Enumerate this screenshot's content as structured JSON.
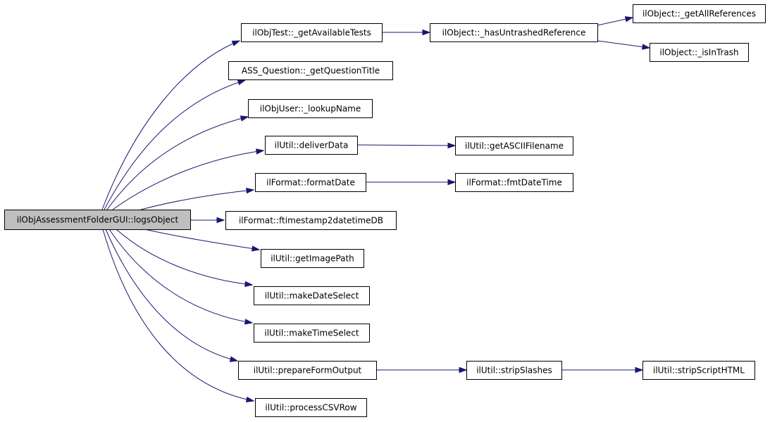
{
  "graph": {
    "root": "ilObjAssessmentFolderGUI::logsObject",
    "nodes": [
      {
        "id": "root",
        "label": "ilObjAssessmentFolderGUI::logsObject",
        "highlighted": true
      },
      {
        "id": "getAvailableTests",
        "label": "ilObjTest::_getAvailableTests"
      },
      {
        "id": "hasUntrashedReference",
        "label": "ilObject::_hasUntrashedReference"
      },
      {
        "id": "getAllReferences",
        "label": "ilObject::_getAllReferences"
      },
      {
        "id": "isInTrash",
        "label": "ilObject::_isInTrash"
      },
      {
        "id": "getQuestionTitle",
        "label": "ASS_Question::_getQuestionTitle"
      },
      {
        "id": "lookupName",
        "label": "ilObjUser::_lookupName"
      },
      {
        "id": "deliverData",
        "label": "ilUtil::deliverData"
      },
      {
        "id": "getASCIIFilename",
        "label": "ilUtil::getASCIIFilename"
      },
      {
        "id": "formatDate",
        "label": "ilFormat::formatDate"
      },
      {
        "id": "fmtDateTime",
        "label": "ilFormat::fmtDateTime"
      },
      {
        "id": "ftimestamp",
        "label": "ilFormat::ftimestamp2datetimeDB"
      },
      {
        "id": "getImagePath",
        "label": "ilUtil::getImagePath"
      },
      {
        "id": "makeDateSelect",
        "label": "ilUtil::makeDateSelect"
      },
      {
        "id": "makeTimeSelect",
        "label": "ilUtil::makeTimeSelect"
      },
      {
        "id": "prepareFormOutput",
        "label": "ilUtil::prepareFormOutput"
      },
      {
        "id": "stripSlashes",
        "label": "ilUtil::stripSlashes"
      },
      {
        "id": "stripScriptHTML",
        "label": "ilUtil::stripScriptHTML"
      },
      {
        "id": "processCSVRow",
        "label": "ilUtil::processCSVRow"
      }
    ],
    "edges": [
      {
        "from": "root",
        "to": "getAvailableTests"
      },
      {
        "from": "root",
        "to": "getQuestionTitle"
      },
      {
        "from": "root",
        "to": "lookupName"
      },
      {
        "from": "root",
        "to": "deliverData"
      },
      {
        "from": "root",
        "to": "formatDate"
      },
      {
        "from": "root",
        "to": "ftimestamp"
      },
      {
        "from": "root",
        "to": "getImagePath"
      },
      {
        "from": "root",
        "to": "makeDateSelect"
      },
      {
        "from": "root",
        "to": "makeTimeSelect"
      },
      {
        "from": "root",
        "to": "prepareFormOutput"
      },
      {
        "from": "root",
        "to": "processCSVRow"
      },
      {
        "from": "getAvailableTests",
        "to": "hasUntrashedReference"
      },
      {
        "from": "hasUntrashedReference",
        "to": "getAllReferences"
      },
      {
        "from": "hasUntrashedReference",
        "to": "isInTrash"
      },
      {
        "from": "deliverData",
        "to": "getASCIIFilename"
      },
      {
        "from": "formatDate",
        "to": "fmtDateTime"
      },
      {
        "from": "prepareFormOutput",
        "to": "stripSlashes"
      },
      {
        "from": "stripSlashes",
        "to": "stripScriptHTML"
      }
    ],
    "colors": {
      "edge": "#191970",
      "node_border": "#000000",
      "node_fill": "#ffffff",
      "root_fill": "#bfbfbf"
    }
  }
}
